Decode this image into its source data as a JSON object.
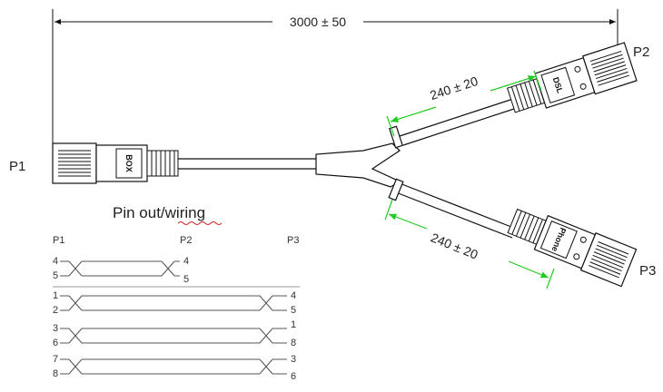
{
  "drawing": {
    "overall_length": "3000 ± 50",
    "branch_length_top": "240 ± 20",
    "branch_length_bottom": "240 ± 20",
    "ports": {
      "p1": "P1",
      "p2": "P2",
      "p3": "P3"
    },
    "plug_labels": {
      "p1": "BOX",
      "p2": "DSL",
      "p3": "Phone"
    },
    "dimension_color": "#22cc22"
  },
  "wiring": {
    "title": "Pin out/wiring",
    "header": {
      "p1": "P1",
      "p2": "P2",
      "p3": "P3"
    },
    "p1_p2_pins": {
      "left": [
        "4",
        "5"
      ],
      "right": [
        "4",
        "5"
      ]
    },
    "p1_p3_pairs": [
      {
        "left": [
          "1",
          "2"
        ],
        "right": [
          "4",
          "5"
        ]
      },
      {
        "left": [
          "3",
          "6"
        ],
        "right": [
          "1",
          "8"
        ]
      },
      {
        "left": [
          "7",
          "8"
        ],
        "right": [
          "3",
          "6"
        ]
      }
    ]
  }
}
